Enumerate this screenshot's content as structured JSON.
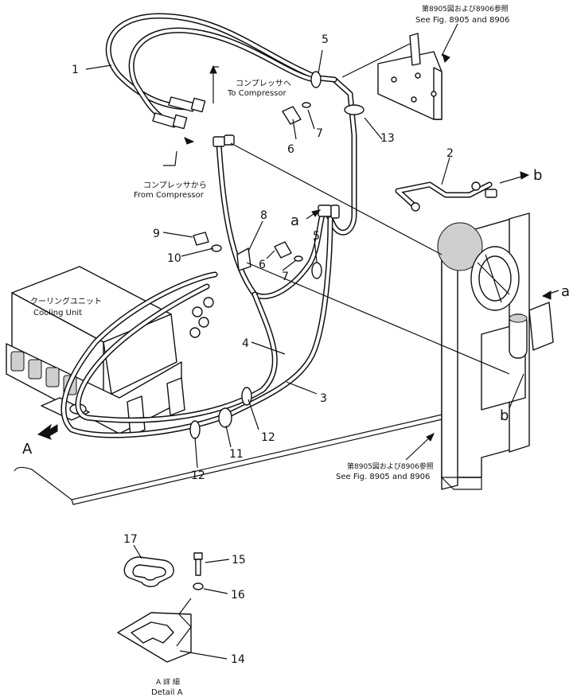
{
  "callouts": {
    "p1": "1",
    "p2": "2",
    "p3": "3",
    "p4": "4",
    "p5a": "5",
    "p5b": "5",
    "p6a": "6",
    "p6b": "6",
    "p7a": "7",
    "p7b": "7",
    "p8": "8",
    "p9": "9",
    "p10": "10",
    "p11": "11",
    "p12a": "12",
    "p12b": "12",
    "p13": "13",
    "p14": "14",
    "p15": "15",
    "p16": "16",
    "p17": "17"
  },
  "refs": {
    "a_top": "a",
    "a_right": "a",
    "b_top": "b",
    "b_right": "b",
    "detail_marker": "A"
  },
  "notes": {
    "to_compressor_jp": "コンプレッサヘ",
    "to_compressor_en": "To Compressor",
    "from_compressor_jp": "コンプレッサから",
    "from_compressor_en": "From Compressor",
    "see_fig_top_jp": "第8905図および8906参照",
    "see_fig_top_en": "See Fig. 8905 and 8906",
    "see_fig_bottom_jp": "第8905図および8906参照",
    "see_fig_bottom_en": "See Fig. 8905 and 8906",
    "cooling_unit_jp": "クーリングユニット",
    "cooling_unit_en": "Cooling Unit",
    "detail_jp": "A 詳 細",
    "detail_en": "Detail A"
  }
}
